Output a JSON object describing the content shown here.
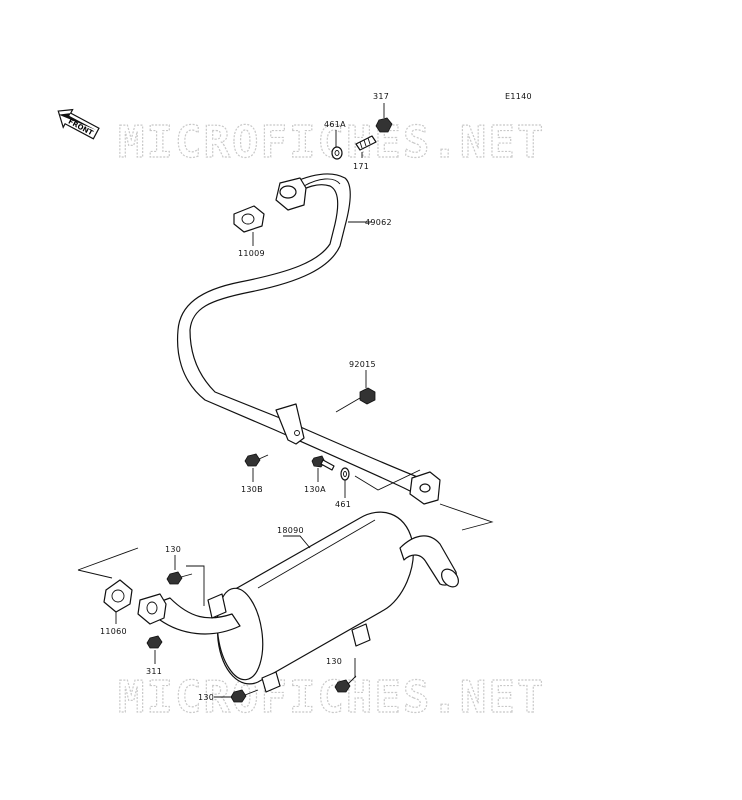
{
  "diagram_code": "E1140",
  "front_indicator": "FRONT",
  "watermark": "MICROFICHES.NET",
  "callouts": {
    "p317": "317",
    "p461A": "461A",
    "p171": "171",
    "p49062": "49062",
    "p11009": "11009",
    "p92015": "92015",
    "p130B": "130B",
    "p130A": "130A",
    "p461": "461",
    "p18090": "18090",
    "p130_top": "130",
    "p11060": "11060",
    "p311": "311",
    "p130_right": "130",
    "p130_bottom": "130"
  }
}
